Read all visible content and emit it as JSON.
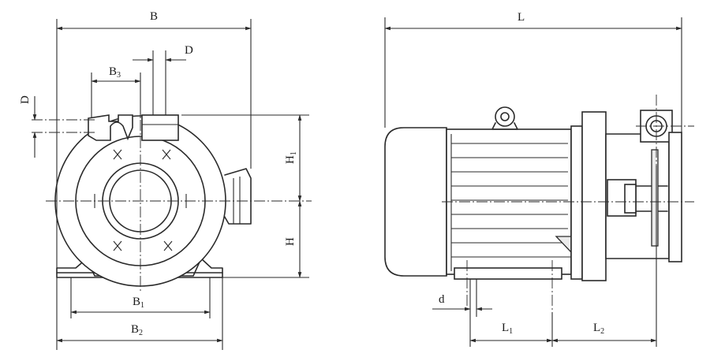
{
  "dimensions": {
    "front": {
      "B": "B",
      "B3": "B",
      "B3_sub": "3",
      "D_top": "D",
      "D_left": "D",
      "H1": "H",
      "H1_sub": "1",
      "H": "H",
      "B1": "B",
      "B1_sub": "1",
      "B2": "B",
      "B2_sub": "2"
    },
    "side": {
      "L": "L",
      "d": "d",
      "L1": "L",
      "L1_sub": "1",
      "L2": "L",
      "L2_sub": "2"
    }
  }
}
